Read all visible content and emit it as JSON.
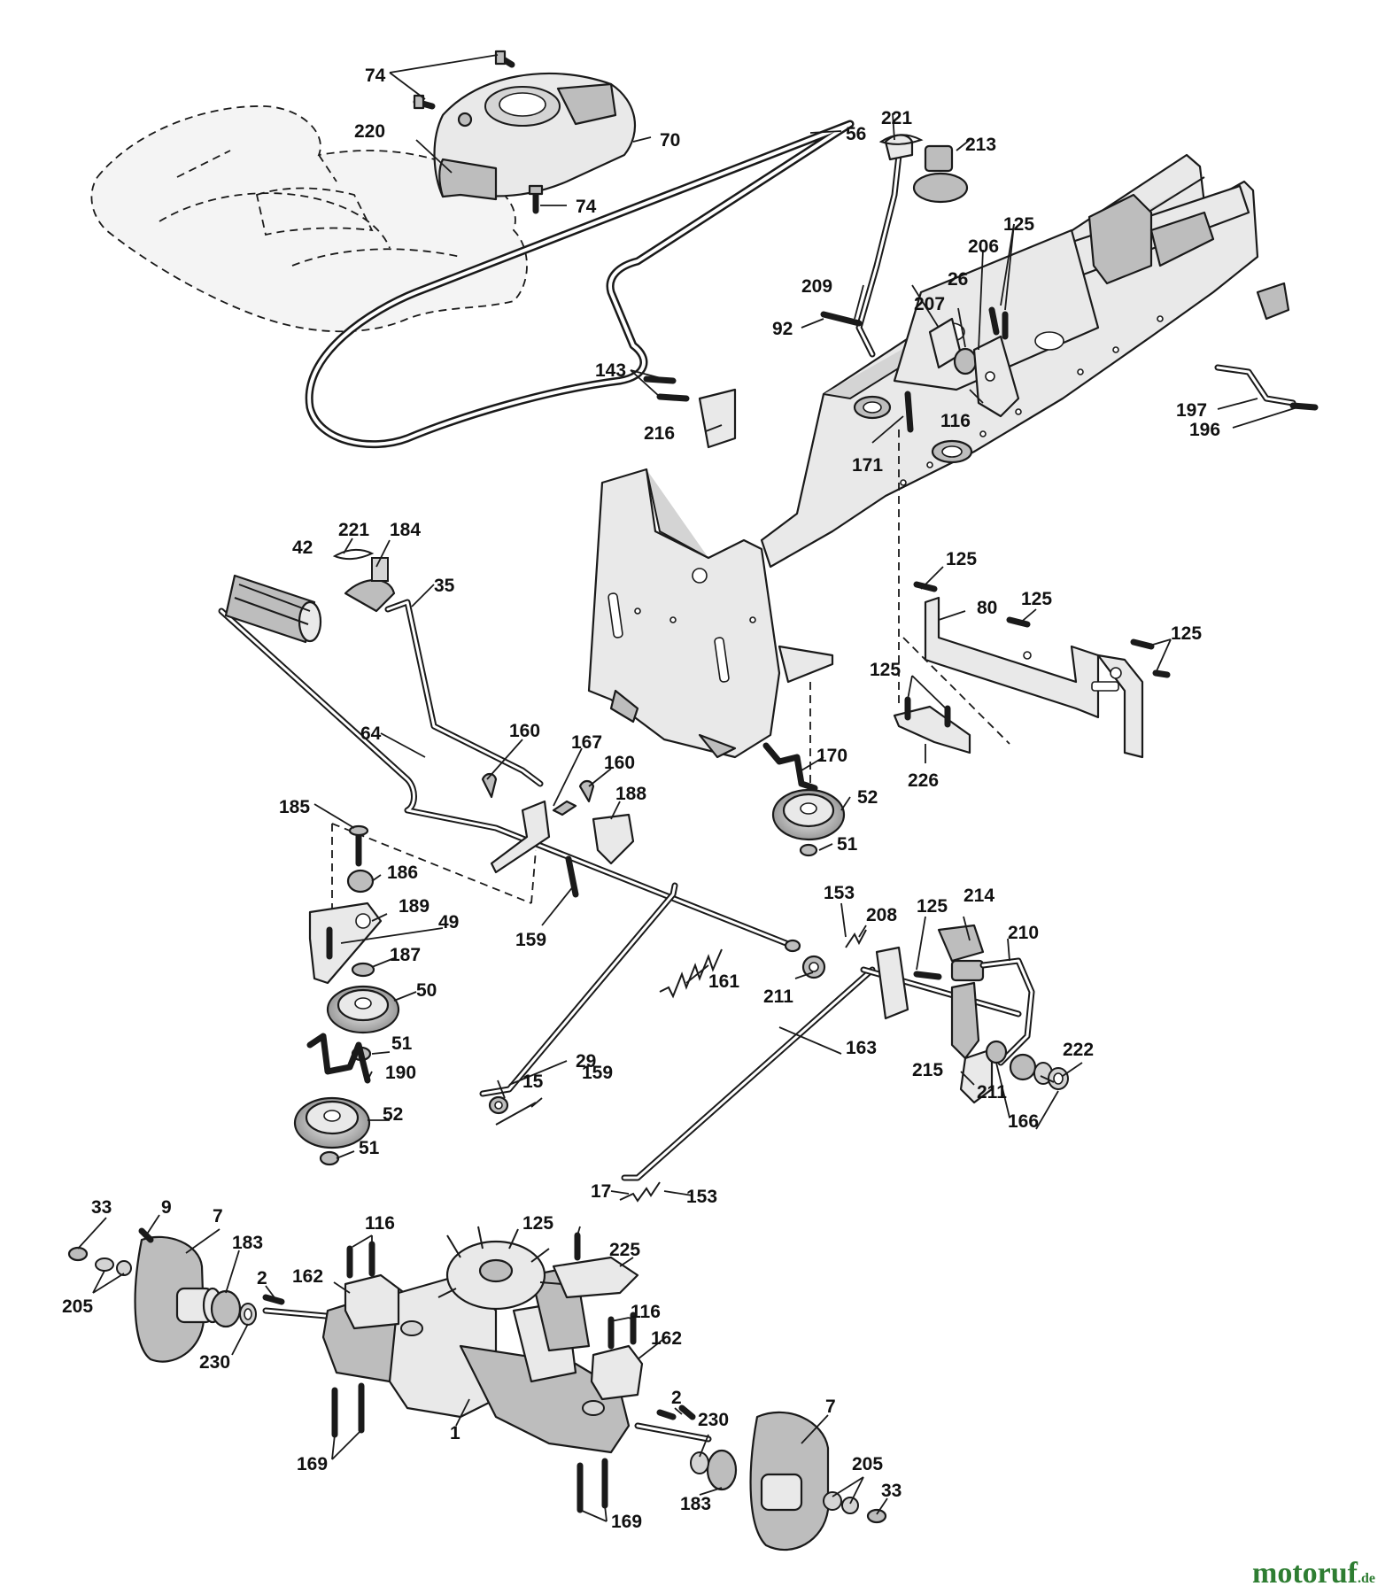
{
  "watermark": {
    "name": "motoruf",
    "tld": ".de",
    "color": "#2e7d32"
  },
  "callouts": [
    {
      "id": "c74a",
      "label": "74"
    },
    {
      "id": "c220",
      "label": "220"
    },
    {
      "id": "c70",
      "label": "70"
    },
    {
      "id": "c74b",
      "label": "74"
    },
    {
      "id": "c56",
      "label": "56"
    },
    {
      "id": "c221a",
      "label": "221"
    },
    {
      "id": "c213",
      "label": "213"
    },
    {
      "id": "c125a",
      "label": "125"
    },
    {
      "id": "c206",
      "label": "206"
    },
    {
      "id": "c26",
      "label": "26"
    },
    {
      "id": "c209",
      "label": "209"
    },
    {
      "id": "c207",
      "label": "207"
    },
    {
      "id": "c92",
      "label": "92"
    },
    {
      "id": "c143",
      "label": "143"
    },
    {
      "id": "c116a",
      "label": "116"
    },
    {
      "id": "c216",
      "label": "216"
    },
    {
      "id": "c171",
      "label": "171"
    },
    {
      "id": "c197",
      "label": "197"
    },
    {
      "id": "c196",
      "label": "196"
    },
    {
      "id": "c221b",
      "label": "221"
    },
    {
      "id": "c184",
      "label": "184"
    },
    {
      "id": "c42",
      "label": "42"
    },
    {
      "id": "c35",
      "label": "35"
    },
    {
      "id": "c125b",
      "label": "125"
    },
    {
      "id": "c80",
      "label": "80"
    },
    {
      "id": "c125c",
      "label": "125"
    },
    {
      "id": "c125d",
      "label": "125"
    },
    {
      "id": "c125e",
      "label": "125"
    },
    {
      "id": "c64",
      "label": "64"
    },
    {
      "id": "c160a",
      "label": "160"
    },
    {
      "id": "c167",
      "label": "167"
    },
    {
      "id": "c160b",
      "label": "160"
    },
    {
      "id": "c188",
      "label": "188"
    },
    {
      "id": "c170",
      "label": "170"
    },
    {
      "id": "c226",
      "label": "226"
    },
    {
      "id": "c52a",
      "label": "52"
    },
    {
      "id": "c51a",
      "label": "51"
    },
    {
      "id": "c185",
      "label": "185"
    },
    {
      "id": "c186",
      "label": "186"
    },
    {
      "id": "c189",
      "label": "189"
    },
    {
      "id": "c49",
      "label": "49"
    },
    {
      "id": "c187",
      "label": "187"
    },
    {
      "id": "c159a",
      "label": "159"
    },
    {
      "id": "c153a",
      "label": "153"
    },
    {
      "id": "c208",
      "label": "208"
    },
    {
      "id": "c125f",
      "label": "125"
    },
    {
      "id": "c214",
      "label": "214"
    },
    {
      "id": "c210",
      "label": "210"
    },
    {
      "id": "c161",
      "label": "161"
    },
    {
      "id": "c211a",
      "label": "211"
    },
    {
      "id": "c50",
      "label": "50"
    },
    {
      "id": "c51b",
      "label": "51"
    },
    {
      "id": "c29",
      "label": "29"
    },
    {
      "id": "c163",
      "label": "163"
    },
    {
      "id": "c222",
      "label": "222"
    },
    {
      "id": "c190",
      "label": "190"
    },
    {
      "id": "c15",
      "label": "15"
    },
    {
      "id": "c159b",
      "label": "159"
    },
    {
      "id": "c215",
      "label": "215"
    },
    {
      "id": "c211b",
      "label": "211"
    },
    {
      "id": "c166",
      "label": "166"
    },
    {
      "id": "c52b",
      "label": "52"
    },
    {
      "id": "c51c",
      "label": "51"
    },
    {
      "id": "c17",
      "label": "17"
    },
    {
      "id": "c153b",
      "label": "153"
    },
    {
      "id": "c33a",
      "label": "33"
    },
    {
      "id": "c9",
      "label": "9"
    },
    {
      "id": "c7a",
      "label": "7"
    },
    {
      "id": "c183a",
      "label": "183"
    },
    {
      "id": "c116b",
      "label": "116"
    },
    {
      "id": "c125g",
      "label": "125"
    },
    {
      "id": "c225",
      "label": "225"
    },
    {
      "id": "c162a",
      "label": "162"
    },
    {
      "id": "c2a",
      "label": "2"
    },
    {
      "id": "c205a",
      "label": "205"
    },
    {
      "id": "c230a",
      "label": "230"
    },
    {
      "id": "c116c",
      "label": "116"
    },
    {
      "id": "c162b",
      "label": "162"
    },
    {
      "id": "c2b",
      "label": "2"
    },
    {
      "id": "c230b",
      "label": "230"
    },
    {
      "id": "c7b",
      "label": "7"
    },
    {
      "id": "c1",
      "label": "1"
    },
    {
      "id": "c169a",
      "label": "169"
    },
    {
      "id": "c205b",
      "label": "205"
    },
    {
      "id": "c33b",
      "label": "33"
    },
    {
      "id": "c183b",
      "label": "183"
    },
    {
      "id": "c169b",
      "label": "169"
    }
  ]
}
